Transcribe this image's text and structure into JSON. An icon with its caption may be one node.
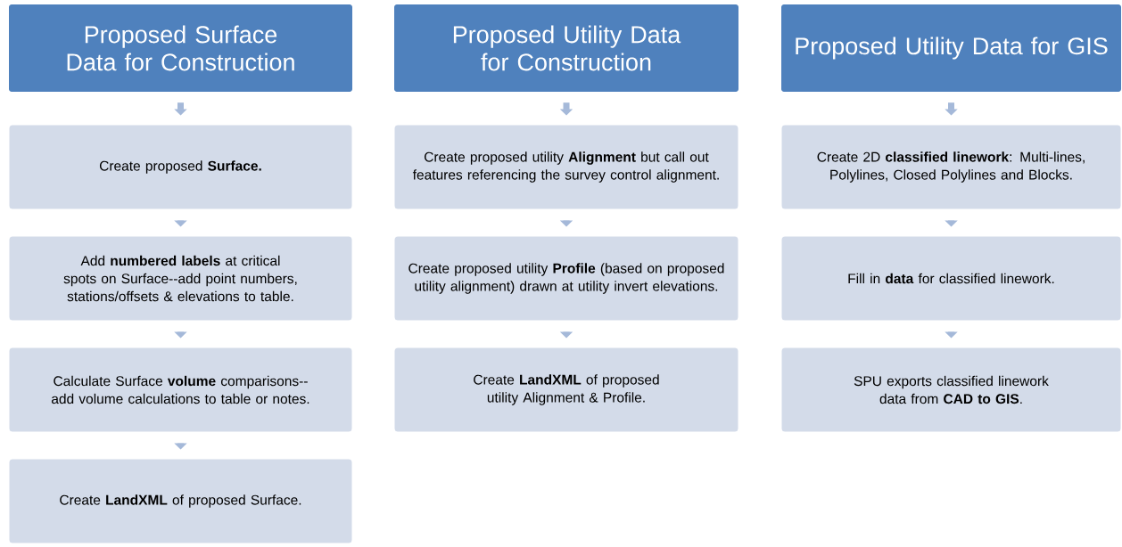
{
  "diagram": {
    "nodes": [
      {
        "text": [
          "Proposed Surface Data for Construction"
        ]
      },
      {
        "text": [
          "Create proposed **Surface.**"
        ]
      },
      {
        "text": [
          "Add **numbered labels** at critical spots on Surface--add point numbers, stations/offsets & elevations to table."
        ]
      },
      {
        "text": [
          "Calculate Surface **volume** comparisons--add volume calculations to table or notes."
        ]
      },
      {
        "text": [
          "Create **LandXML** of proposed Surface."
        ]
      },
      {
        "text": [
          "Proposed Utility Data for Construction"
        ]
      },
      {
        "text": [
          "Create proposed utility **Alignment** but call out features referencing the survey control alignment."
        ]
      },
      {
        "text": [
          "Create proposed utility **Profile** (based on proposed utility alignment) drawn at utility invert elevations."
        ]
      },
      {
        "text": [
          "Create **LandXML** of proposed utility Alignment & Profile."
        ]
      },
      {
        "text": [
          "Proposed Utility Data for GIS"
        ]
      },
      {
        "text": [
          "Create 2D **classified linework**: Multi-lines, Polylines, Closed Polylines and Blocks."
        ]
      },
      {
        "text": [
          "Fill in **data** for classified linework."
        ]
      },
      {
        "text": [
          "SPU exports classified linework data from **CAD to GIS**."
        ]
      }
    ],
    "edges": [
      {
        "from": 0,
        "to": 1,
        "arrow": "to"
      },
      {
        "from": 1,
        "to": 2,
        "arrow": "to"
      },
      {
        "from": 2,
        "to": 3,
        "arrow": "to"
      },
      {
        "from": 3,
        "to": 4,
        "arrow": "to"
      },
      {
        "from": 5,
        "to": 6,
        "arrow": "to"
      },
      {
        "from": 6,
        "to": 7,
        "arrow": "to"
      },
      {
        "from": 7,
        "to": 8,
        "arrow": "to"
      },
      {
        "from": 9,
        "to": 10,
        "arrow": "to"
      },
      {
        "from": 10,
        "to": 11,
        "arrow": "to"
      },
      {
        "from": 11,
        "to": 12,
        "arrow": "to"
      }
    ]
  }
}
